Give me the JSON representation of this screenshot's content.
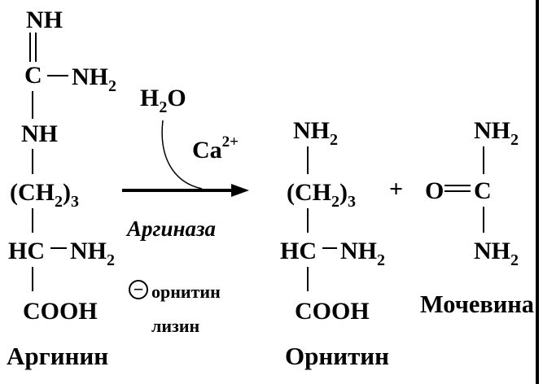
{
  "arginine": {
    "nh_top": "NH",
    "c": "C",
    "nh2_main": "NH",
    "nh2_sub": "2",
    "nh": "NH",
    "ch2_main": "(CH",
    "ch2_sub": "2",
    "ch2_close": ")",
    "ch2_count": "3",
    "hc": "HC",
    "amine_main": "NH",
    "amine_sub": "2",
    "cooh": "COOH",
    "name": "Аргинин"
  },
  "reaction": {
    "water_main": "H",
    "water_sub": "2",
    "water_o": "O",
    "cofactor_main": "Ca",
    "cofactor_charge": "2+",
    "enzyme": "Аргиназа",
    "inhibitor_sign": "−",
    "inhibitor_1": "орнитин",
    "inhibitor_2": "лизин",
    "plus": "+"
  },
  "ornithine": {
    "top_main": "NH",
    "top_sub": "2",
    "ch2_main": "(CH",
    "ch2_sub": "2",
    "ch2_close": ")",
    "ch2_count": "3",
    "hc": "HC",
    "amine_main": "NH",
    "amine_sub": "2",
    "cooh": "COOH",
    "name": "Орнитин"
  },
  "urea": {
    "top_main": "NH",
    "top_sub": "2",
    "o": "O",
    "c": "C",
    "bottom_main": "NH",
    "bottom_sub": "2",
    "name": "Мочевина"
  }
}
